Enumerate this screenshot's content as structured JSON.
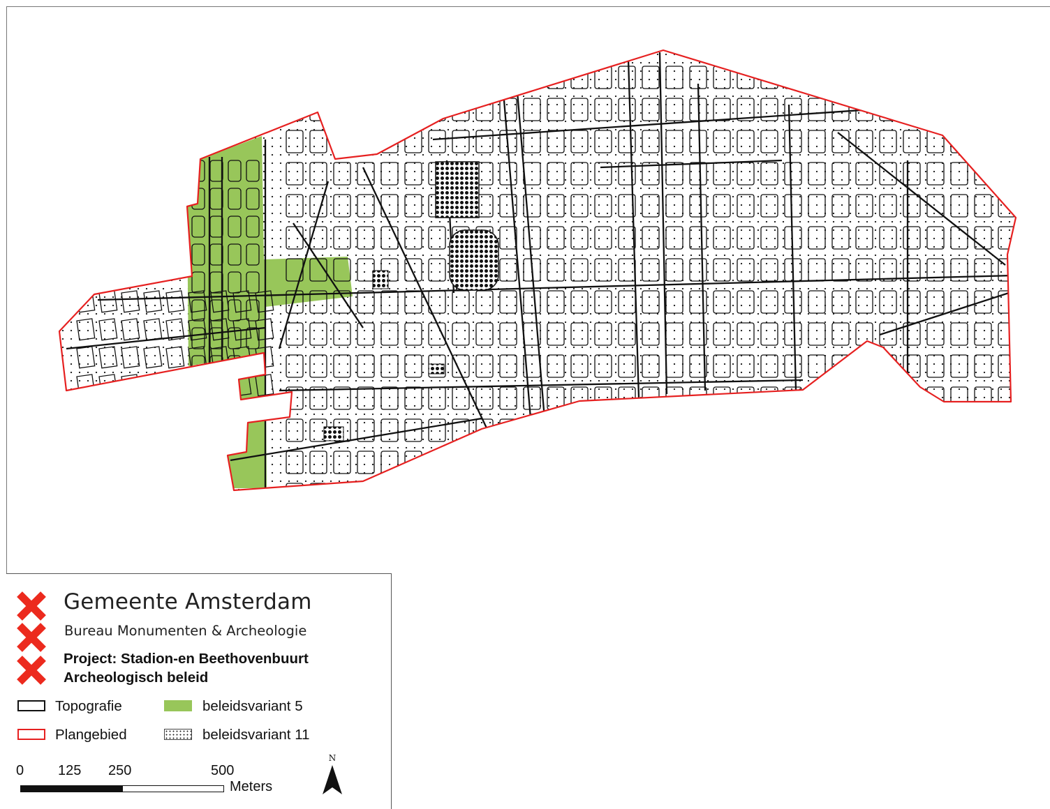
{
  "legend": {
    "organisation": "Gemeente Amsterdam",
    "department": "Bureau Monumenten & Archeologie",
    "project_line": "Project: Stadion-en Beethovenbuurt",
    "subject_line": "Archeologisch beleid",
    "items": [
      {
        "label": "Topografie",
        "symbol": "black-outline"
      },
      {
        "label": "Plangebied",
        "symbol": "red-outline"
      },
      {
        "label": "beleidsvariant 5",
        "symbol": "green-fill"
      },
      {
        "label": "beleidsvariant 11",
        "symbol": "dotted-fill"
      }
    ],
    "scale": {
      "ticks": [
        "0",
        "125",
        "250",
        "500"
      ],
      "units": "Meters"
    },
    "north": "N"
  },
  "colors": {
    "plangebied": "#e62020",
    "beleidsvariant_5": "#98c65a",
    "topografie": "#111111",
    "logo_cross": "#ec2a1e"
  },
  "icons": [
    "amsterdam-cross-icon",
    "north-arrow-icon"
  ]
}
